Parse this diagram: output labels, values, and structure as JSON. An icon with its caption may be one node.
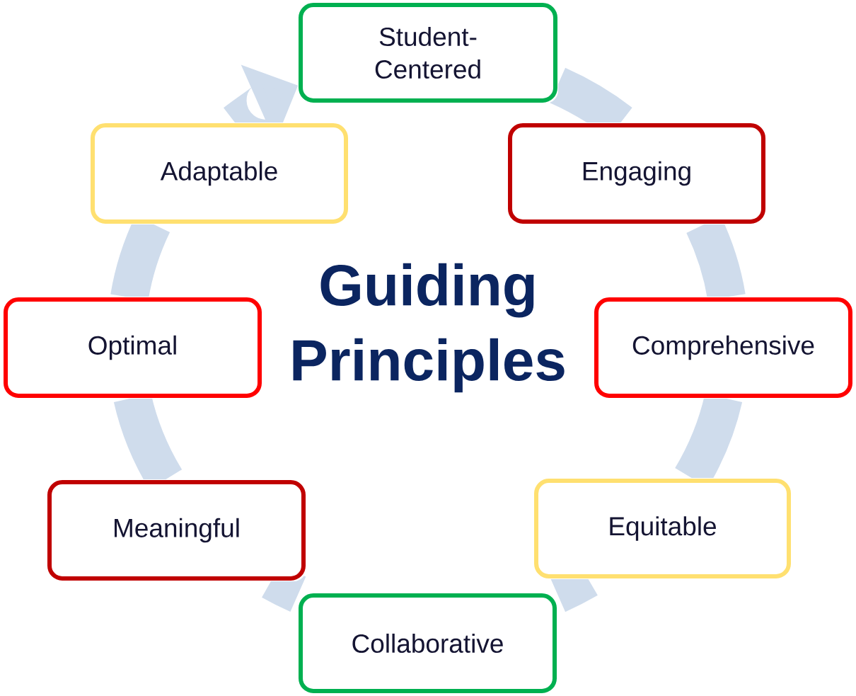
{
  "diagram": {
    "title": "Guiding Principles",
    "nodes": [
      {
        "text": [
          "Student-Centered"
        ]
      },
      {
        "text": [
          "Engaging"
        ]
      },
      {
        "text": [
          "Comprehensive"
        ]
      },
      {
        "text": [
          "Equitable"
        ]
      },
      {
        "text": [
          "Collaborative"
        ]
      },
      {
        "text": [
          "Meaningful"
        ]
      },
      {
        "text": [
          "Optimal"
        ]
      },
      {
        "text": [
          "Adaptable"
        ]
      }
    ],
    "edges": [
      {
        "from": 0,
        "to": 1,
        "arrow": "none"
      },
      {
        "from": 1,
        "to": 2,
        "arrow": "none"
      },
      {
        "from": 2,
        "to": 3,
        "arrow": "none"
      },
      {
        "from": 3,
        "to": 4,
        "arrow": "none"
      },
      {
        "from": 4,
        "to": 5,
        "arrow": "none"
      },
      {
        "from": 5,
        "to": 6,
        "arrow": "none"
      },
      {
        "from": 6,
        "to": 7,
        "arrow": "none"
      },
      {
        "from": 7,
        "to": 0,
        "arrow": "to"
      }
    ]
  }
}
